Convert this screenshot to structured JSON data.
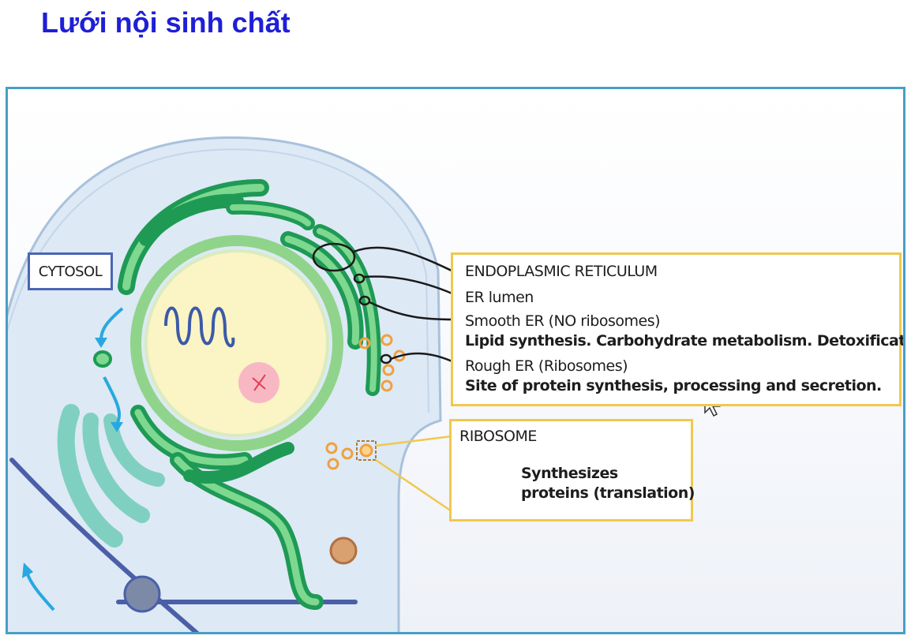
{
  "title": "Lưới nội sinh chất",
  "colors": {
    "title": "#1f1fd6",
    "frame": "#4a9ec4",
    "label_border": "#f0c850",
    "cytosol_border": "#4b65b3",
    "er_green": "#1e9a55",
    "er_light": "#8fd48a",
    "nucleus_fill": "#fbf4c4",
    "ribosome": "#f0a040",
    "golgi": "#7fd0c0",
    "cell_fill": "#dde9f5",
    "arrow": "#28a8e0"
  },
  "labels": {
    "cytosol": "CYTOSOL",
    "er_title": "ENDOPLASMIC RETICULUM",
    "er_lumen": "ER lumen",
    "smooth_er": "Smooth ER (NO ribosomes)",
    "smooth_er_func": "Lipid synthesis.  Carbohydrate metabolism. Detoxification.",
    "rough_er": "Rough ER (Ribosomes)",
    "rough_er_func": "Site of protein synthesis, processing and secretion.",
    "ribosome_title": "RIBOSOME",
    "ribosome_func_1": "Synthesizes",
    "ribosome_func_2": "proteins (translation)"
  },
  "icons": [
    "cursor-arrow-icon",
    "ribosome-icon"
  ]
}
